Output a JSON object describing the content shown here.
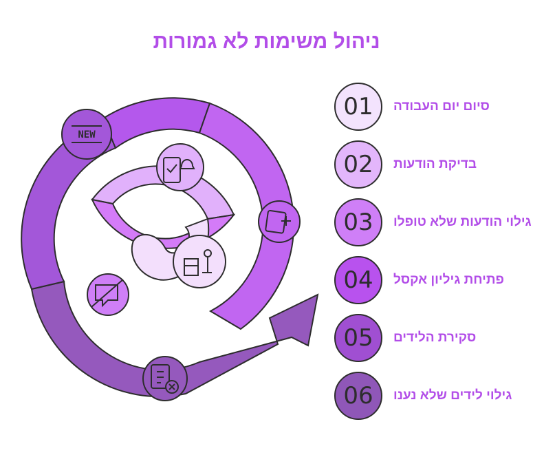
{
  "title": "ניהול משימות לא גמורות",
  "new_badge": "NEW",
  "steps": [
    {
      "number": "01",
      "label": "סיום יום העבודה",
      "color": "#f3e3fd"
    },
    {
      "number": "02",
      "label": "בדיקת הודעות",
      "color": "#e3b6fb"
    },
    {
      "number": "03",
      "label": "גילוי הודעות שלא טופלו",
      "color": "#cf7ff7"
    },
    {
      "number": "04",
      "label": "פתיחת גיליון אקסל",
      "color": "#b852ee"
    },
    {
      "number": "05",
      "label": "סקירת הלידים",
      "color": "#a04fd2"
    },
    {
      "number": "06",
      "label": "גילוי לידים שלא נענו",
      "color": "#8f57b8"
    }
  ],
  "icons": [
    "new-icon",
    "phone-bell-icon",
    "add-note-icon",
    "no-message-icon",
    "person-desk-icon",
    "clipboard-cancel-icon"
  ]
}
